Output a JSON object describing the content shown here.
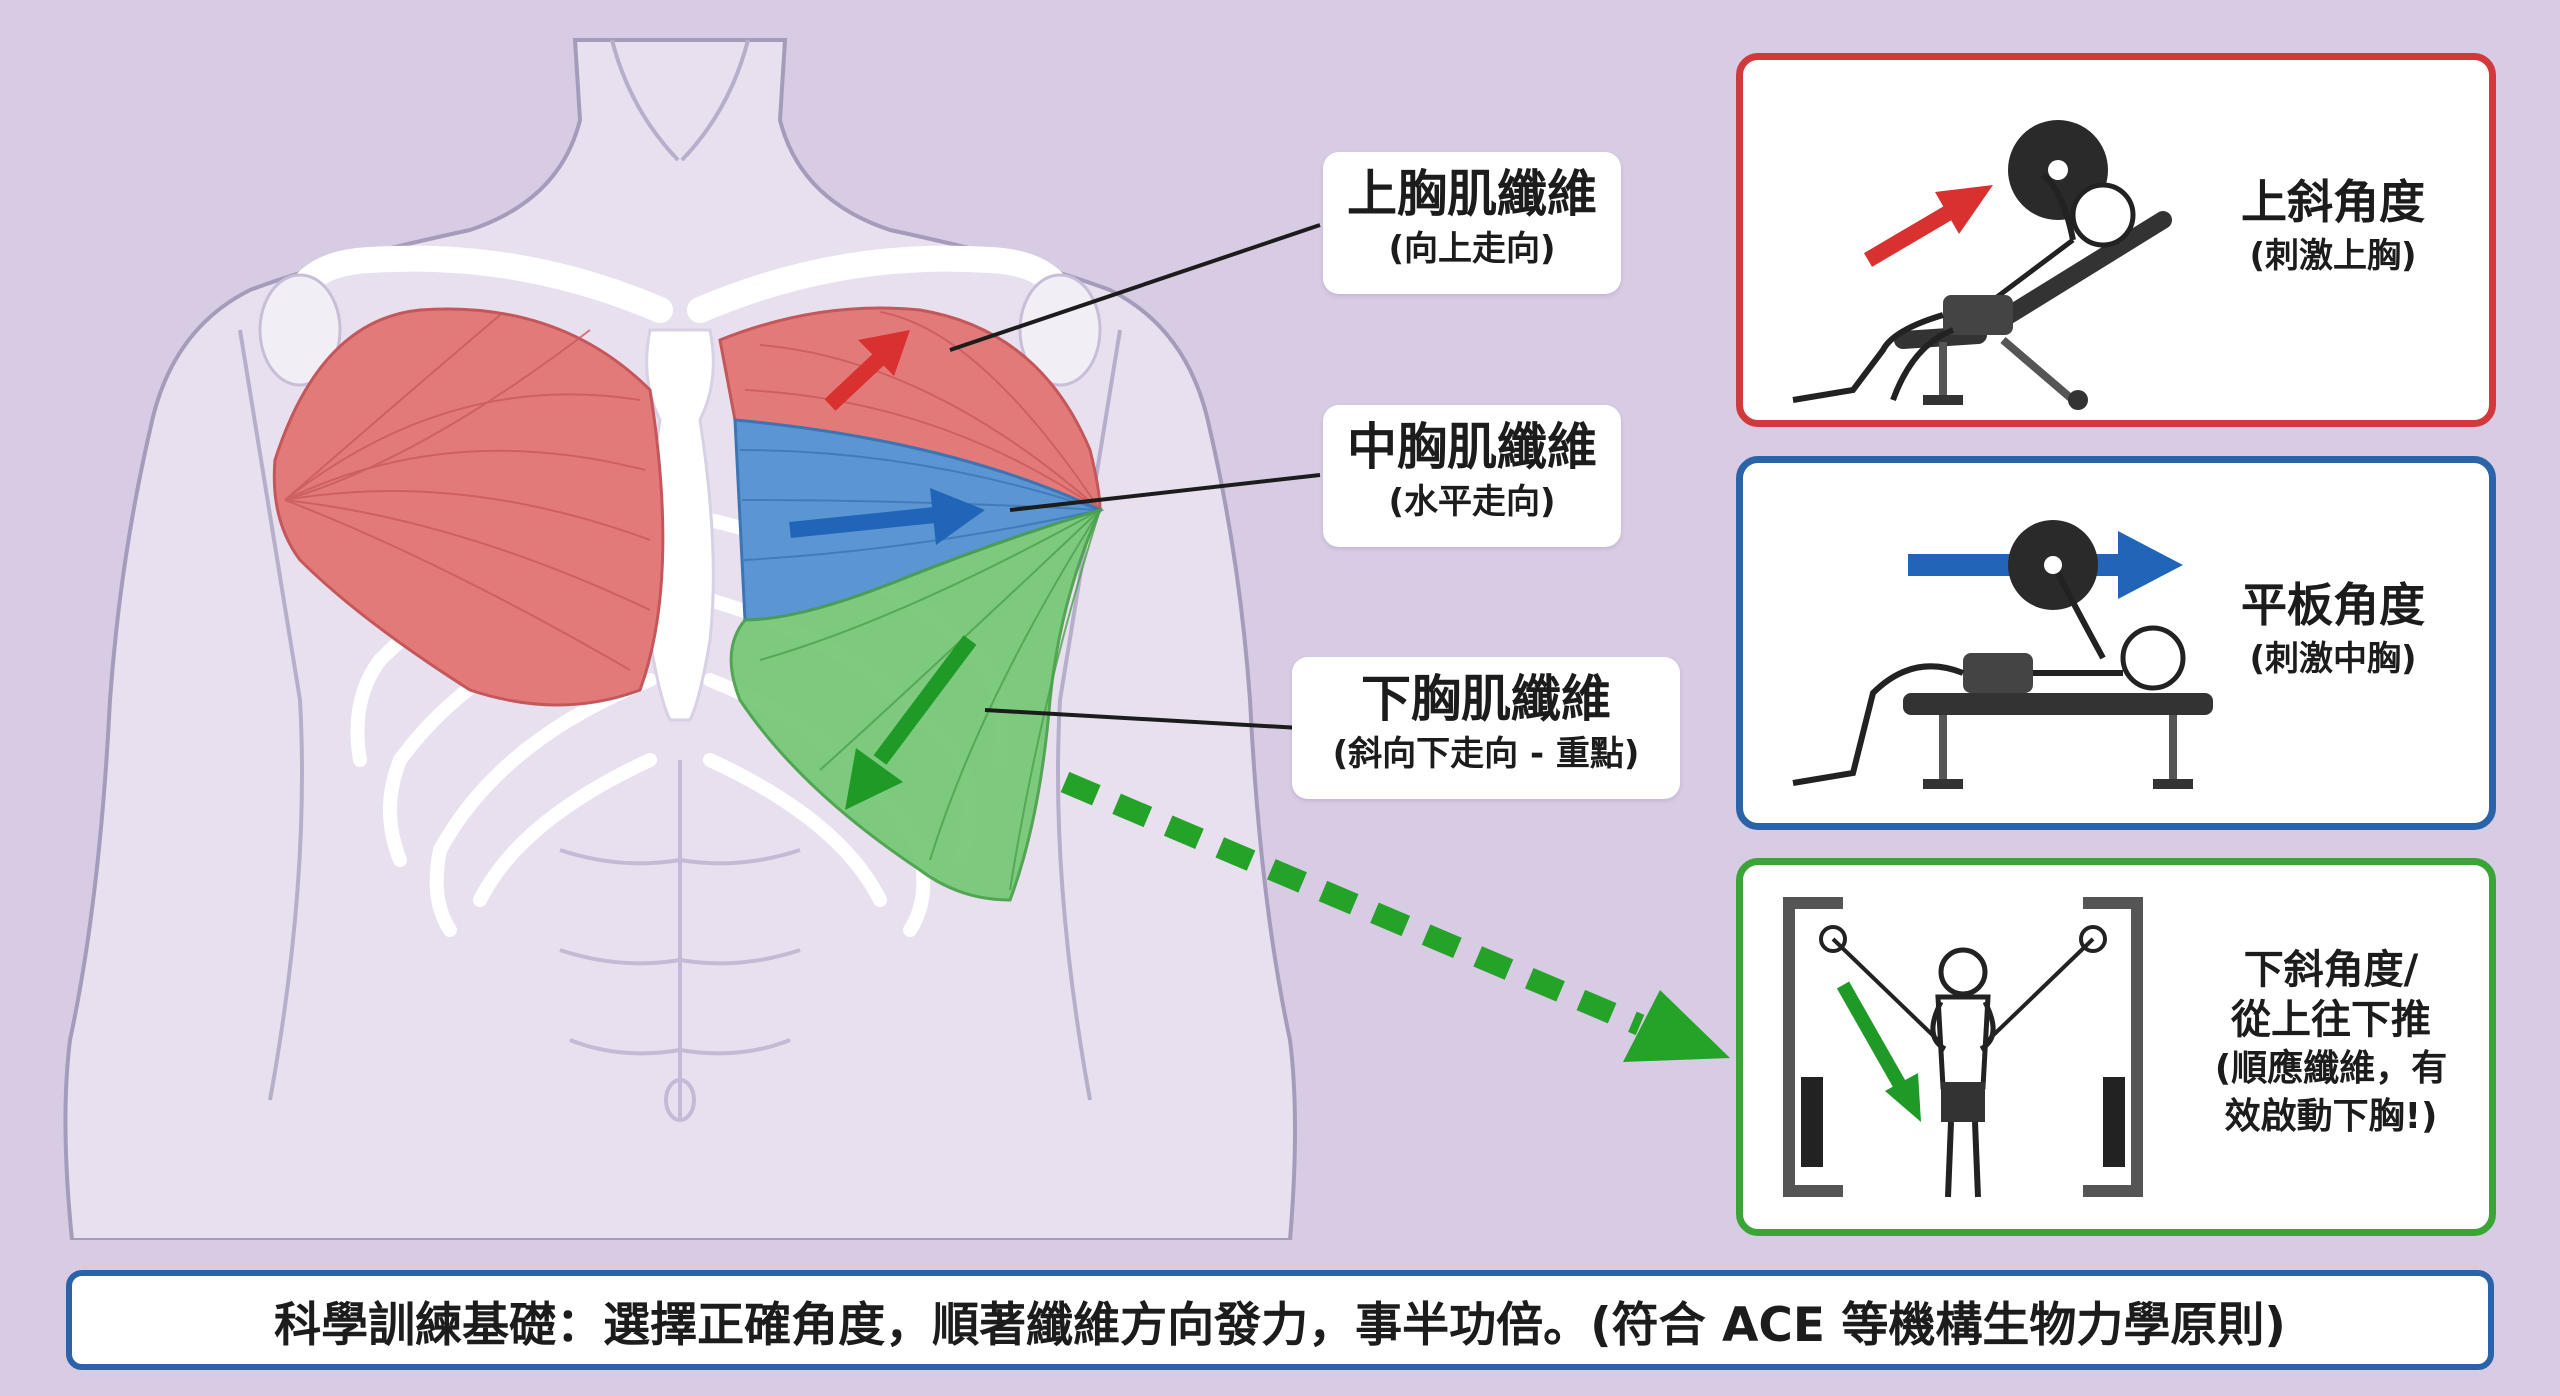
{
  "labels": {
    "upper": {
      "title": "上胸肌纖維",
      "sub": "(向上走向)"
    },
    "middle": {
      "title": "中胸肌纖維",
      "sub": "(水平走向)"
    },
    "lower": {
      "title": "下胸肌纖維",
      "sub": "(斜向下走向 - 重點)"
    }
  },
  "panels": {
    "incline": {
      "title": "上斜角度",
      "sub": "(刺激上胸)"
    },
    "flat": {
      "title": "平板角度",
      "sub": "(刺激中胸)"
    },
    "decline": {
      "line1": "下斜角度/",
      "line2": "從上往下推",
      "line3": "(順應纖維，有",
      "line4": "效啟動下胸!)"
    }
  },
  "footer": "科學訓練基礎：選擇正確角度，順著纖維方向發力，事半功倍。(符合 ACE 等機構生物力學原則)",
  "colors": {
    "background": "#d8cbe4",
    "upper_fiber": "#e0686a",
    "middle_fiber": "#4f8fd0",
    "lower_fiber": "#6cc06a",
    "incline_border": "#d2393c",
    "flat_border": "#2b63a8",
    "decline_border": "#3aa536"
  },
  "icons": {
    "upper_arrow": "red-up-arrow-icon",
    "middle_arrow": "blue-right-arrow-icon",
    "lower_arrow": "green-down-arrow-icon"
  }
}
